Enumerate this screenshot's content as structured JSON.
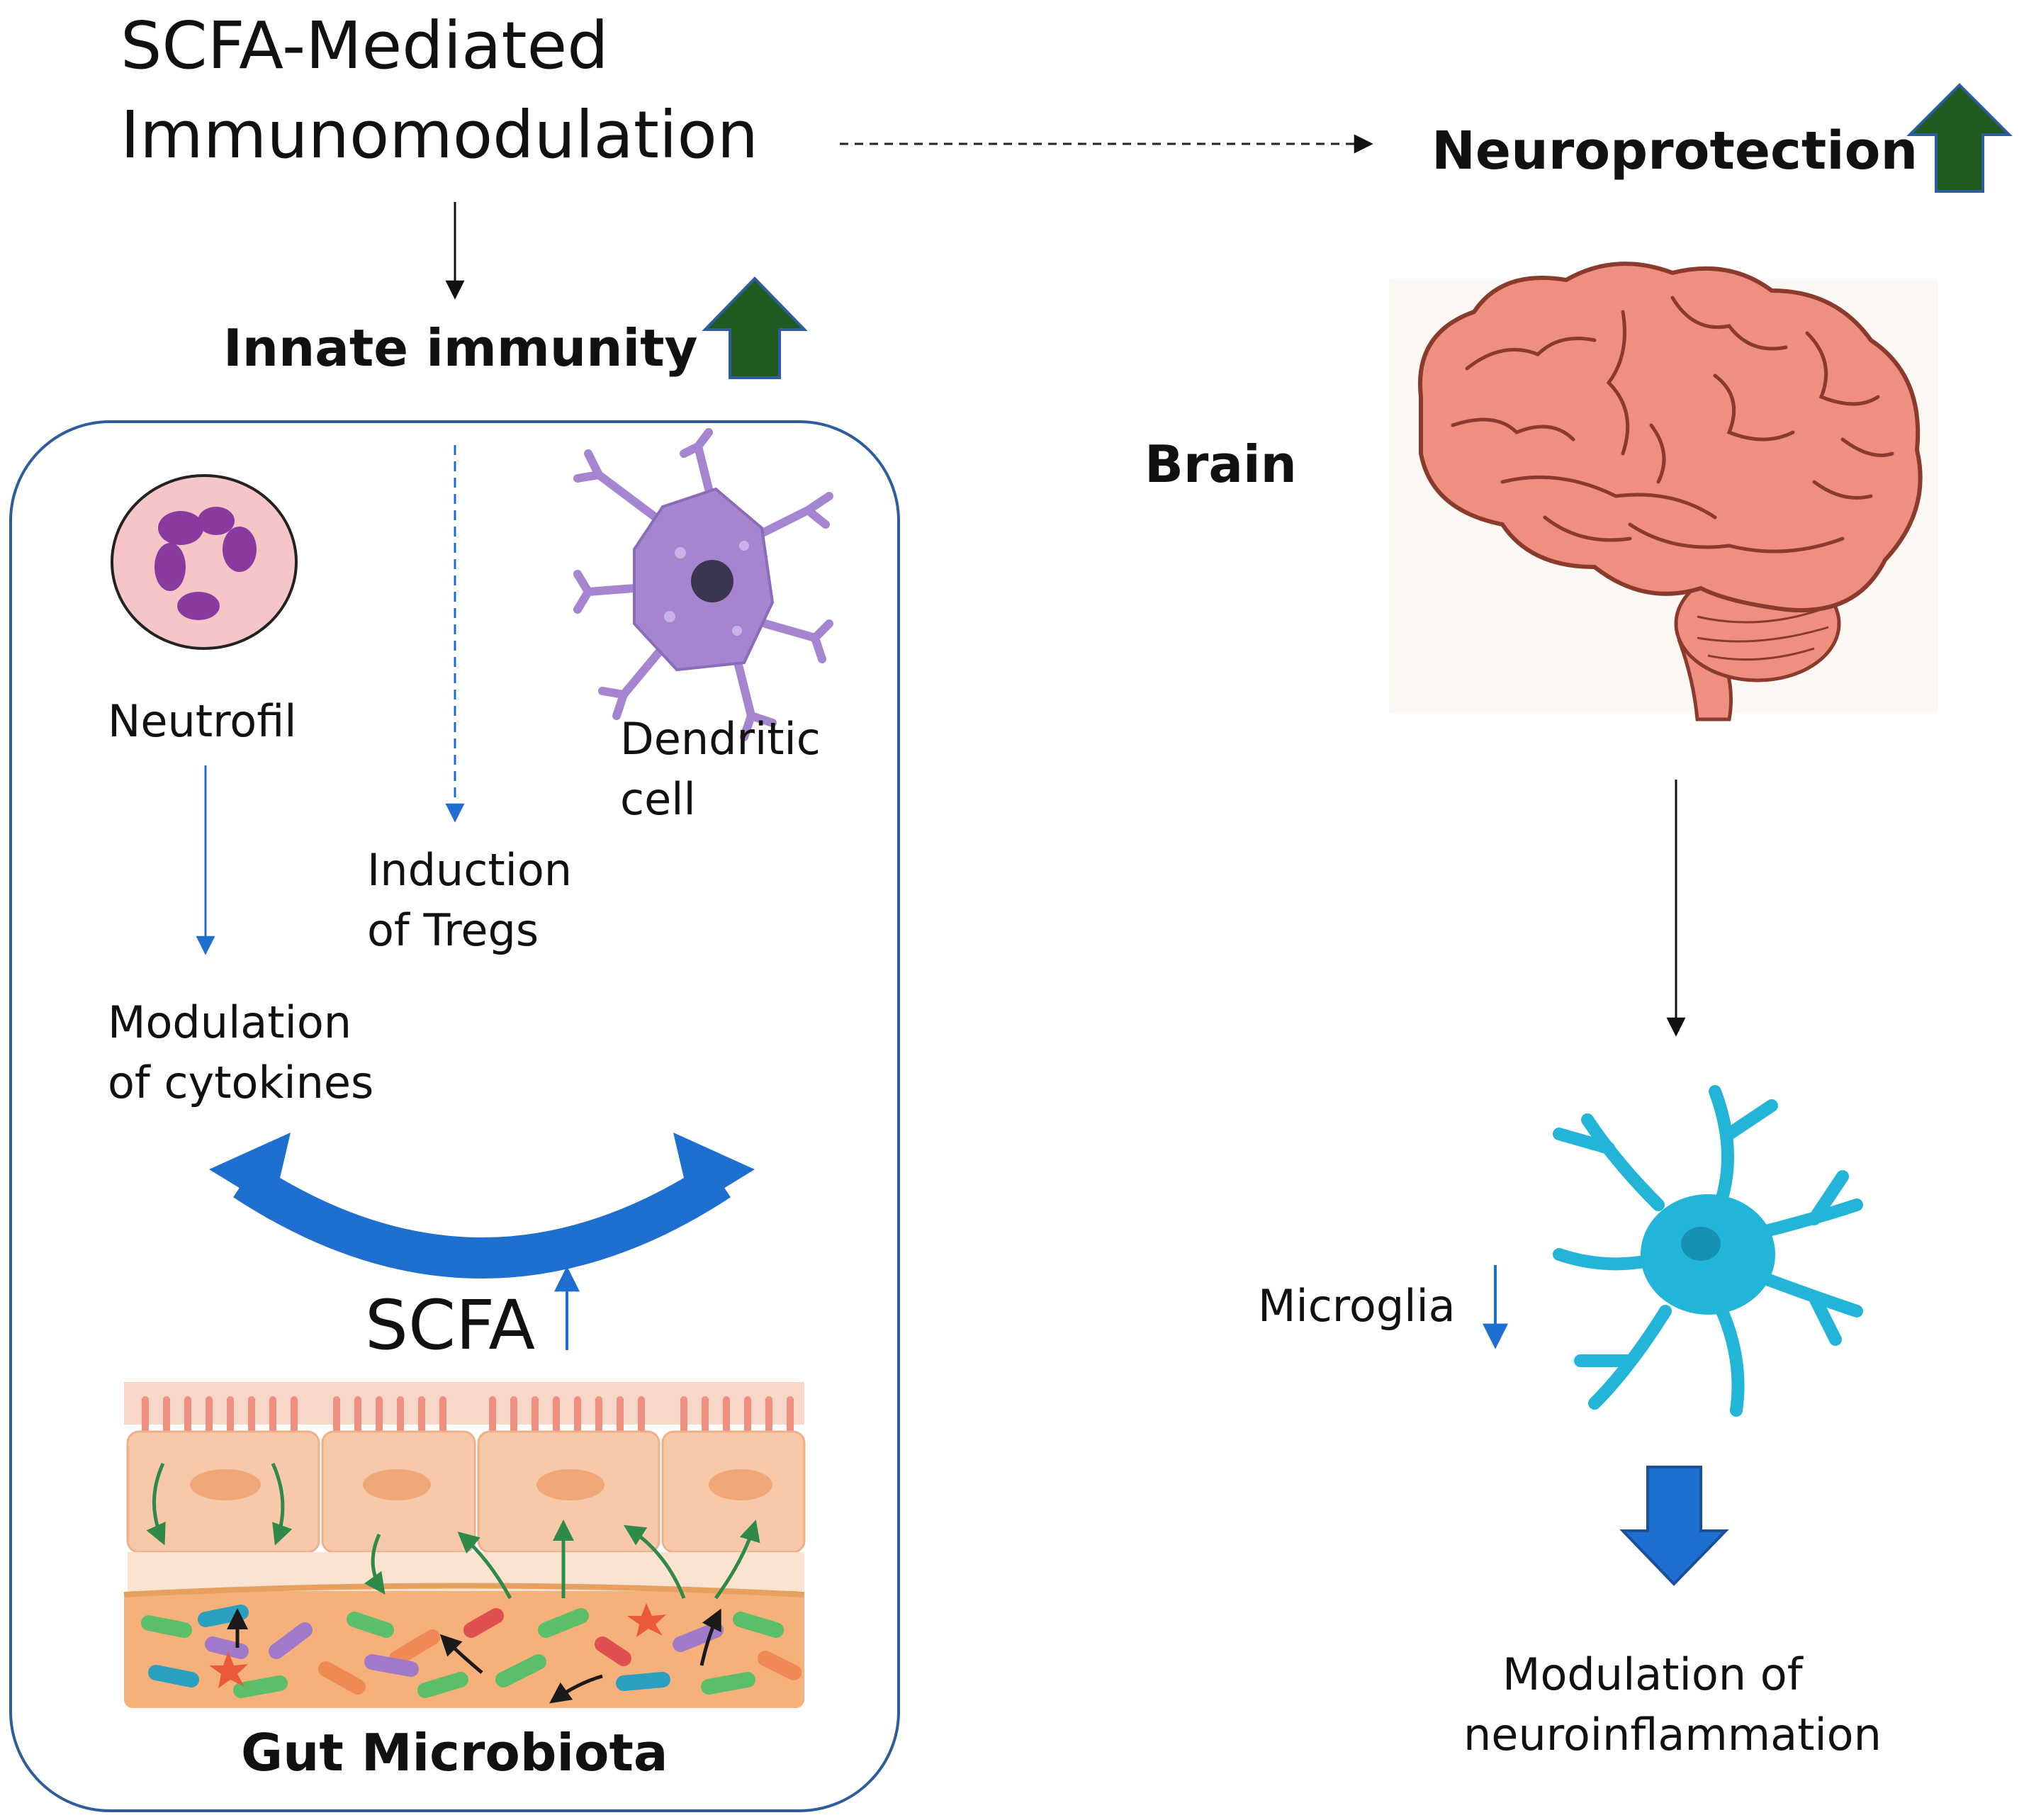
{
  "title": {
    "line1": "SCFA-Mediated",
    "line2": "Immunomodulation"
  },
  "neuroprotection": {
    "label": "Neuroprotection"
  },
  "innate_immunity": {
    "label": "Innate immunity"
  },
  "neutrophil": {
    "label": "Neutrofil"
  },
  "tregs": {
    "line1": "Induction",
    "line2": "of Tregs"
  },
  "dendritic": {
    "line1": "Dendritic",
    "line2": "cell"
  },
  "cytokines": {
    "line1": "Modulation",
    "line2": "of cytokines"
  },
  "scfa": {
    "label": "SCFA"
  },
  "gut": {
    "label": "Gut Microbiota"
  },
  "brain": {
    "label": "Brain"
  },
  "microglia": {
    "label": "Microglia"
  },
  "neuroinflammation": {
    "line1": "Modulation  of",
    "line2": "neuroinflammation"
  },
  "colors": {
    "up_arrow": "#1f5a1f",
    "blue_arrow": "#1f6fd0",
    "box_border": "#2e5d9e",
    "brain": "#ef8f7f",
    "microglia": "#22b5d8",
    "dendritic": "#a585d0",
    "neutrophil_cell": "#f6c5c8",
    "neutrophil_nucleus": "#8a3a9e"
  }
}
